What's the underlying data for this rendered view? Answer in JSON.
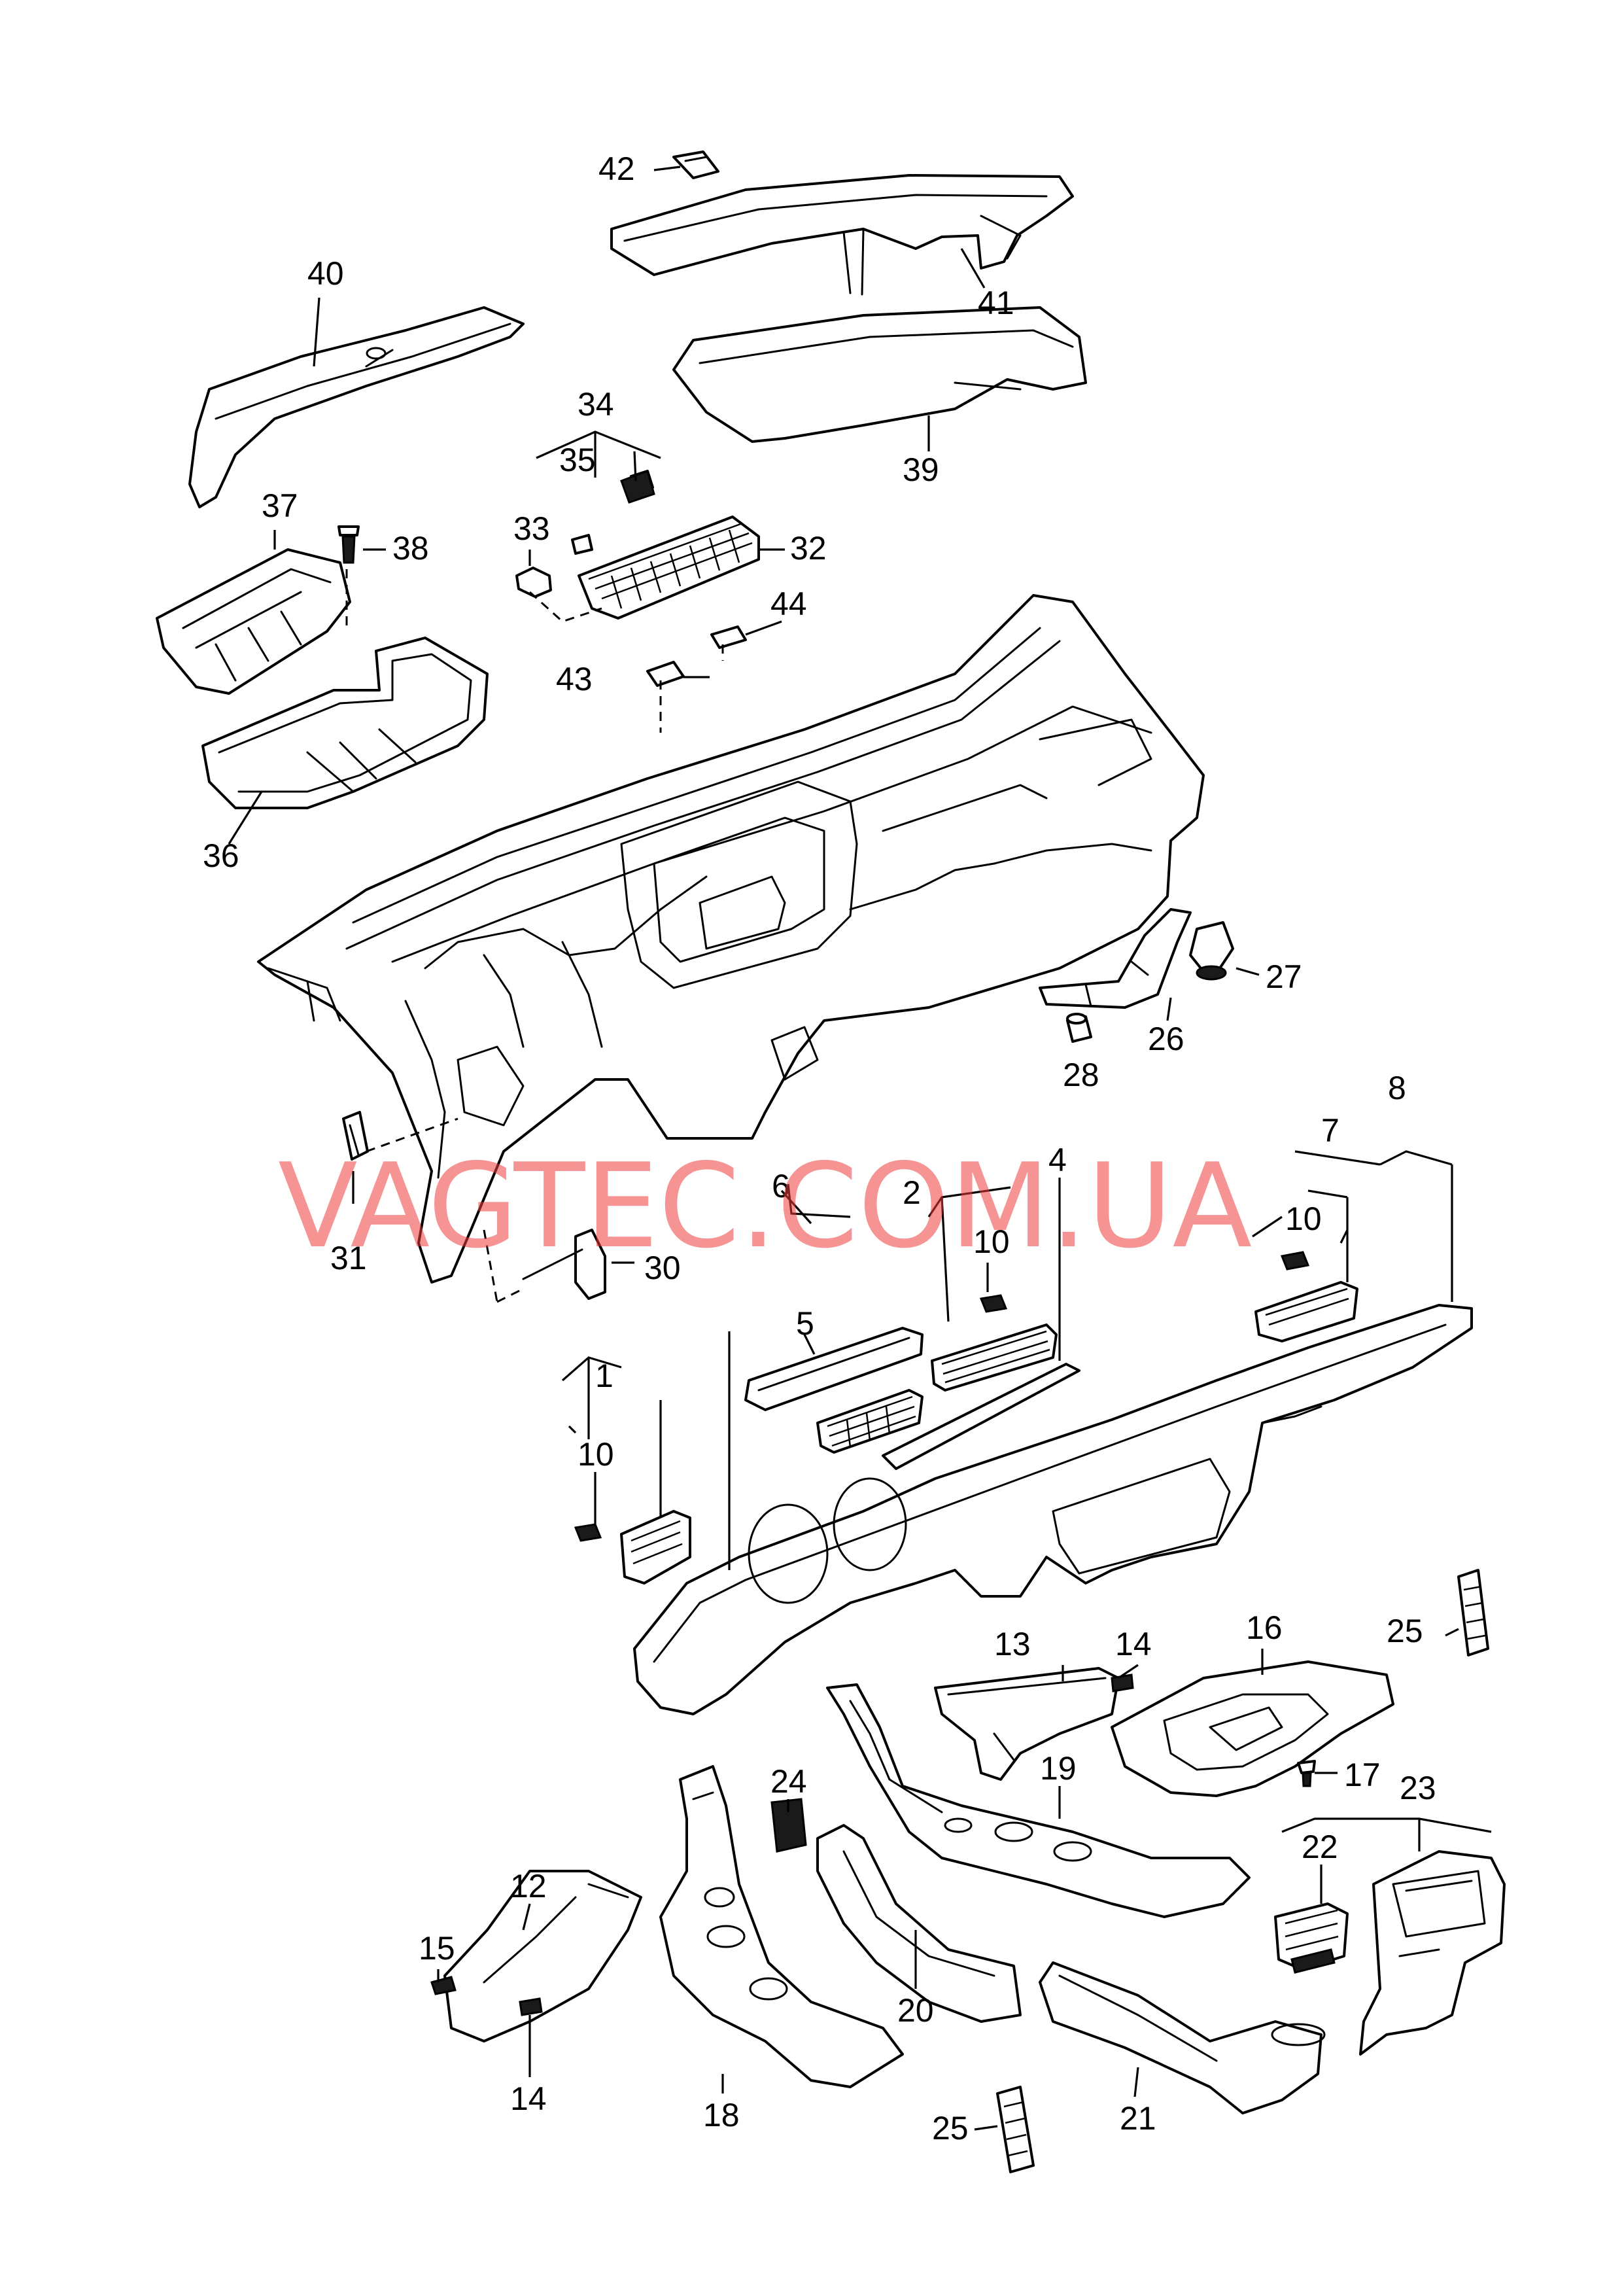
{
  "watermark": {
    "text": "VAGTEC.COM.UA",
    "color": "#ee3b3b"
  },
  "callouts": {
    "c1": "1",
    "c2": "2",
    "c4": "4",
    "c5": "5",
    "c6": "6",
    "c7": "7",
    "c8": "8",
    "c10a": "10",
    "c10b": "10",
    "c10c": "10",
    "c12": "12",
    "c13": "13",
    "c14a": "14",
    "c14b": "14",
    "c15": "15",
    "c16": "16",
    "c17": "17",
    "c18": "18",
    "c19": "19",
    "c20": "20",
    "c21": "21",
    "c22": "22",
    "c23": "23",
    "c24": "24",
    "c25a": "25",
    "c25b": "25",
    "c26": "26",
    "c27": "27",
    "c28": "28",
    "c30": "30",
    "c31": "31",
    "c32": "32",
    "c33": "33",
    "c34": "34",
    "c35": "35",
    "c36": "36",
    "c37": "37",
    "c38": "38",
    "c39": "39",
    "c40": "40",
    "c41": "41",
    "c42": "42",
    "c43": "43",
    "c44": "44"
  }
}
